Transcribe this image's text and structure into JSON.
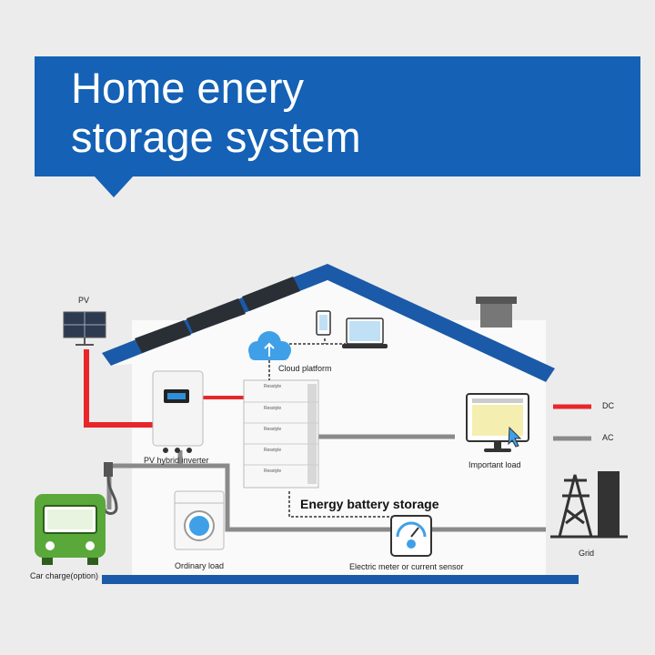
{
  "title_line1": "Home enery",
  "title_line2": "storage system",
  "labels": {
    "pv": "PV",
    "cloud": "Cloud platform",
    "inverter": "PV hybrid inverter",
    "battery": "Energy battery storage",
    "important_load": "Important load",
    "ordinary_load": "Ordinary load",
    "meter": "Electric meter or current sensor",
    "car": "Car charge(option)",
    "grid": "Grid",
    "battery_brand": "Resstyle"
  },
  "legend": [
    {
      "label": "DC",
      "color": "#e8262a"
    },
    {
      "label": "AC",
      "color": "#8a8a8a"
    }
  ],
  "colors": {
    "banner": "#1461b5",
    "roof": "#1b5aa8",
    "dc": "#e8262a",
    "ac": "#8a8a8a",
    "car": "#5aa83a"
  }
}
